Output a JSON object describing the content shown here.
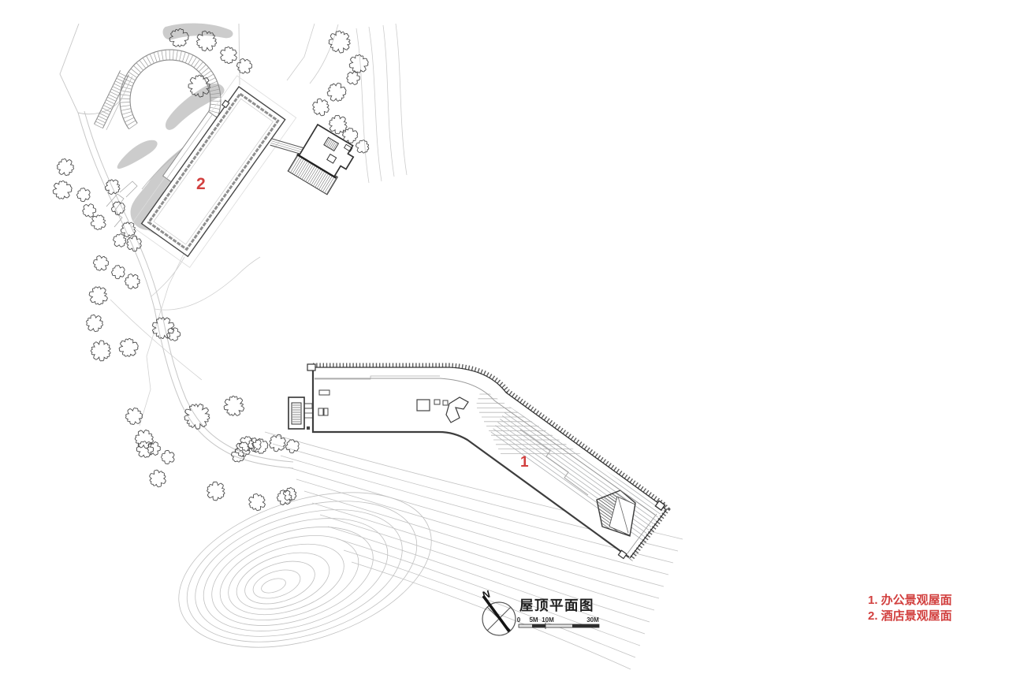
{
  "plan": {
    "title": "屋顶平面图",
    "compass": {
      "north_label": "N"
    },
    "scale_bar": {
      "labels": [
        "0",
        "5M",
        "10M",
        "30M"
      ]
    },
    "buildings": [
      {
        "label": "1"
      },
      {
        "label": "2"
      }
    ],
    "legend": {
      "items": [
        "1. 办公景观屋面",
        "2. 酒店景观屋面"
      ]
    },
    "colors": {
      "accent_red": "#d2403f",
      "line_dark": "#3b3b3b",
      "line_light": "#bdbdbd",
      "terrace_gray": "#c9c9c9"
    }
  }
}
